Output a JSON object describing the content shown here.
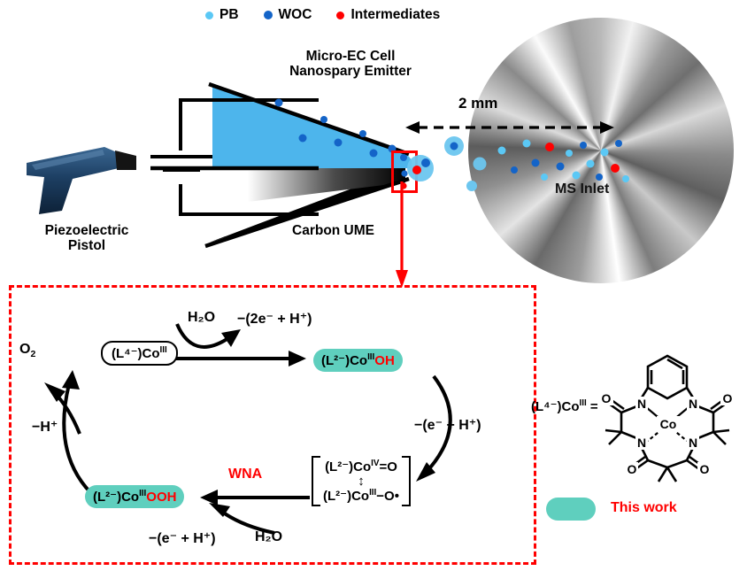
{
  "figure": {
    "legend": {
      "items": [
        {
          "label": "PB",
          "color": "#5bc8f5"
        },
        {
          "label": "WOC",
          "color": "#1464c8"
        },
        {
          "label": "Intermediates",
          "color": "#ff0000"
        }
      ]
    },
    "emitter": {
      "title": "Micro-EC Cell\nNanospary Emitter",
      "electrode_label": "Carbon UME",
      "distance_label": "2 mm",
      "solution_color": "#4db5ec",
      "callout_color": "#ff0000"
    },
    "ms_inlet": {
      "label": "MS Inlet"
    },
    "pistol": {
      "label": "Piezoelectric\nPistol",
      "color": "#1d3f63"
    },
    "mechanism": {
      "o2": "O",
      "o2_sub": "2",
      "minus_hplus": "−H⁺",
      "water_top": "H₂O",
      "loss_2e_h": "−(2e⁻ + H⁺)",
      "loss_e_h_right": "−(e⁻ + H⁺)",
      "loss_e_h_bottom": "−(e⁻ + H⁺)",
      "water_bottom": "H₂O",
      "wna": "WNA",
      "species": {
        "co3_start": "(L⁴⁻)Co",
        "co3_start_sup": "III",
        "co3_oh_base": "(L²⁻)Co",
        "co3_oh_sup": "III",
        "co3_oh_tail": "OH",
        "co4_oxo_base": "(L²⁻)Co",
        "co4_oxo_sup": "IV",
        "co4_oxo_tail": "=O",
        "co3_oxyl_base": "(L²⁻)Co",
        "co3_oxyl_sup": "III",
        "co3_oxyl_tail": "−O•",
        "co3_ooh_base": "(L²⁻)Co",
        "co3_ooh_sup": "III",
        "co3_ooh_tail": "OOH"
      }
    },
    "ligand": {
      "definition_base": "(L⁴⁻)Co",
      "definition_sup": "III",
      "definition_eq": " =",
      "atoms": {
        "cobalt": "Co",
        "nitrogen": "N",
        "oxygen": "O"
      }
    },
    "this_work": {
      "label": "This work",
      "swatch_color": "#5fcfbe",
      "text_color": "#ff0000"
    }
  }
}
